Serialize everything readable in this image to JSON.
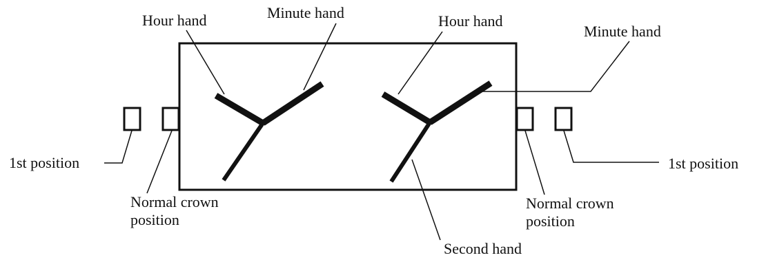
{
  "labels": {
    "left_hour_hand": "Hour hand",
    "left_minute_hand": "Minute hand",
    "right_hour_hand": "Hour hand",
    "right_minute_hand": "Minute hand",
    "left_first_position": "1st position",
    "right_first_position": "1st position",
    "left_normal_crown_line1": "Normal crown",
    "left_normal_crown_line2": "position",
    "right_normal_crown_line1": "Normal crown",
    "right_normal_crown_line2": "position",
    "second_hand": "Second hand"
  },
  "colors": {
    "stroke": "#111111",
    "background": "#ffffff"
  }
}
